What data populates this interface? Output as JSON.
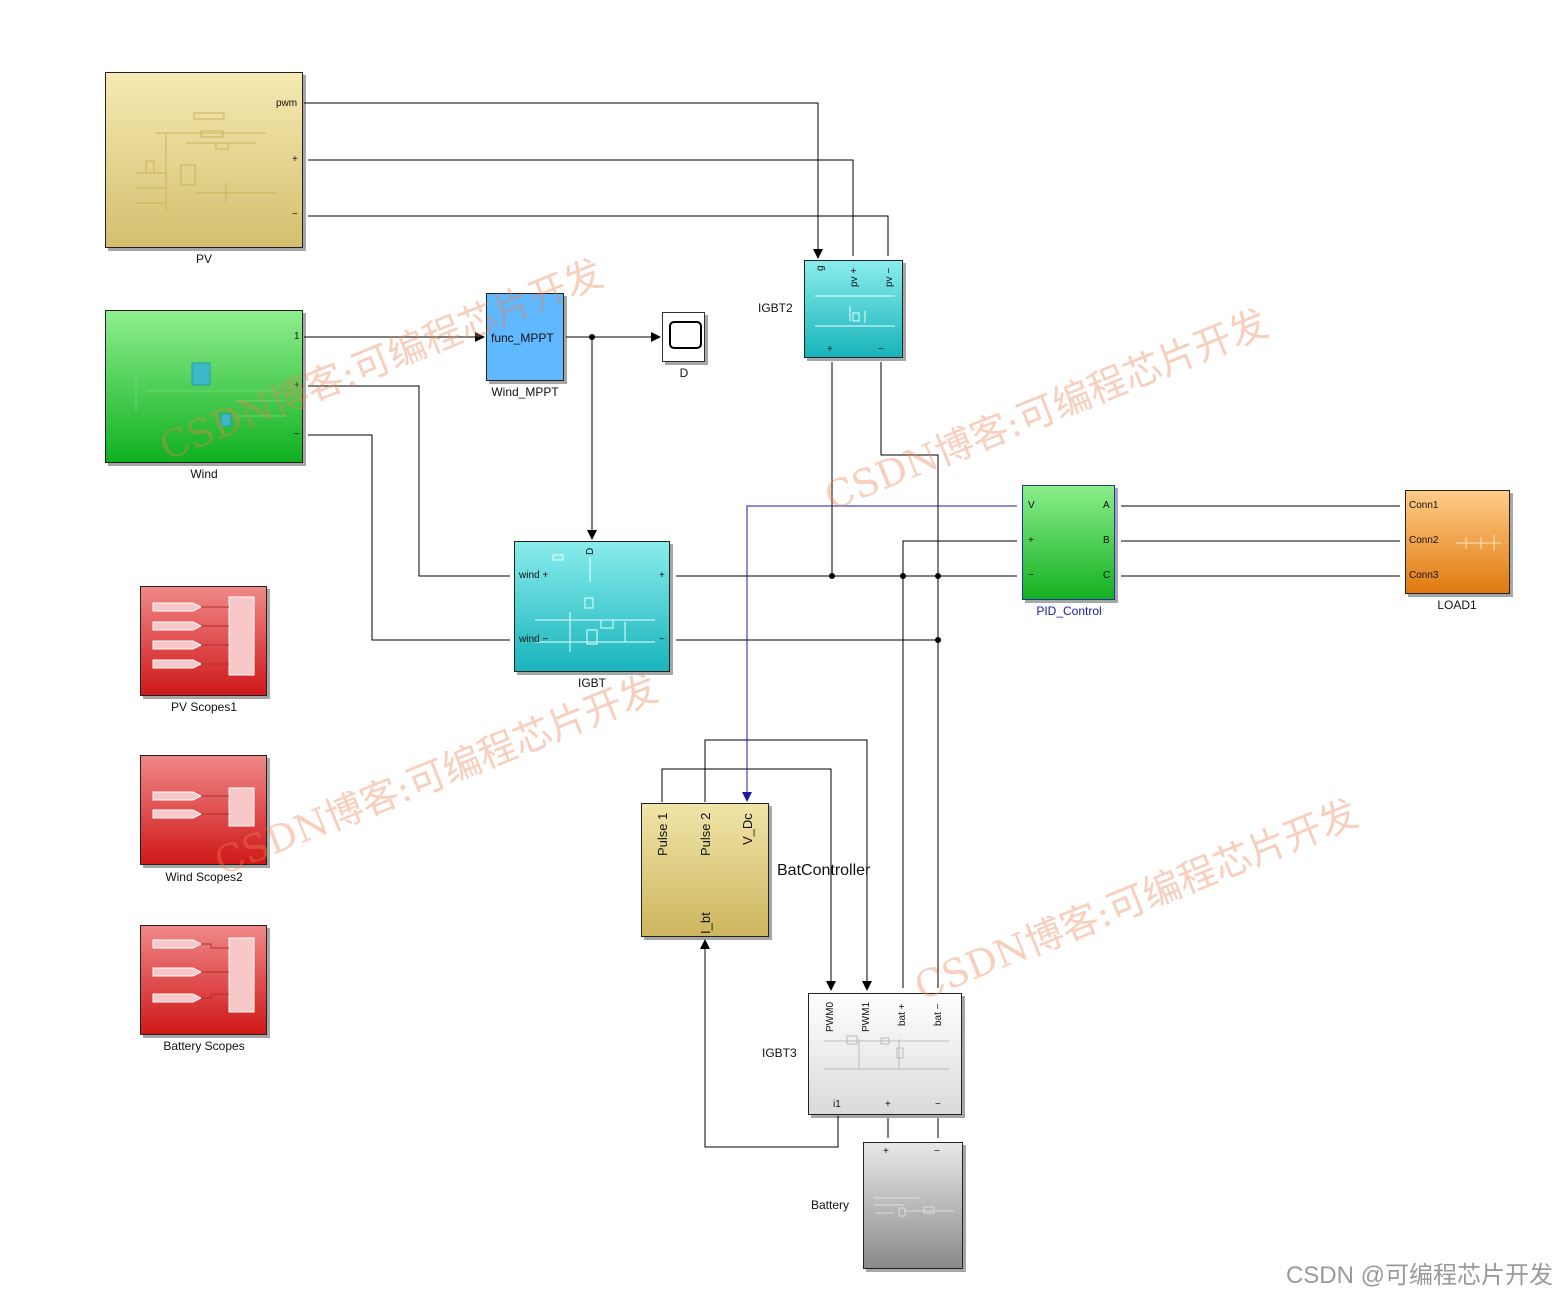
{
  "blocks": {
    "pv": {
      "name": "PV",
      "ports": [
        "pwm",
        "+",
        "−"
      ]
    },
    "wind": {
      "name": "Wind",
      "ports": [
        "1",
        "+",
        "−"
      ]
    },
    "mppt": {
      "name": "Wind_MPPT",
      "inner": "func_MPPT"
    },
    "scope_d": {
      "name": "D"
    },
    "igbt": {
      "name": "IGBT",
      "ports": [
        "D",
        "wind +",
        "wind −",
        "+",
        "−"
      ]
    },
    "igbt2": {
      "name": "IGBT2",
      "ports": [
        "g",
        "pv +",
        "pv −",
        "+",
        "−"
      ]
    },
    "pid": {
      "name": "PID_Control",
      "ports": [
        "V",
        "+",
        "−",
        "A",
        "B",
        "C"
      ]
    },
    "load": {
      "name": "LOAD1",
      "ports": [
        "Conn1",
        "Conn2",
        "Conn3"
      ]
    },
    "pv_scopes": {
      "name": "PV Scopes1"
    },
    "wind_scopes": {
      "name": "Wind Scopes2"
    },
    "battery_scopes": {
      "name": "Battery Scopes"
    },
    "batcontroller": {
      "name": "BatController",
      "ports": [
        "Pulse 1",
        "Pulse 2",
        "V_Dc",
        "I_bt"
      ]
    },
    "igbt3": {
      "name": "IGBT3",
      "ports": [
        "PWM0",
        "PWM1",
        "bat +",
        "bat −",
        "i1",
        "+",
        "−"
      ]
    },
    "battery": {
      "name": "Battery",
      "ports": [
        "+",
        "−"
      ]
    }
  },
  "watermark": "CSDN博客:可编程芯片开发",
  "credit": "CSDN @可编程芯片开发",
  "colors": {
    "line": "#000000",
    "signal_blue": "#1a1aa0",
    "watermark": "#ec8250"
  }
}
